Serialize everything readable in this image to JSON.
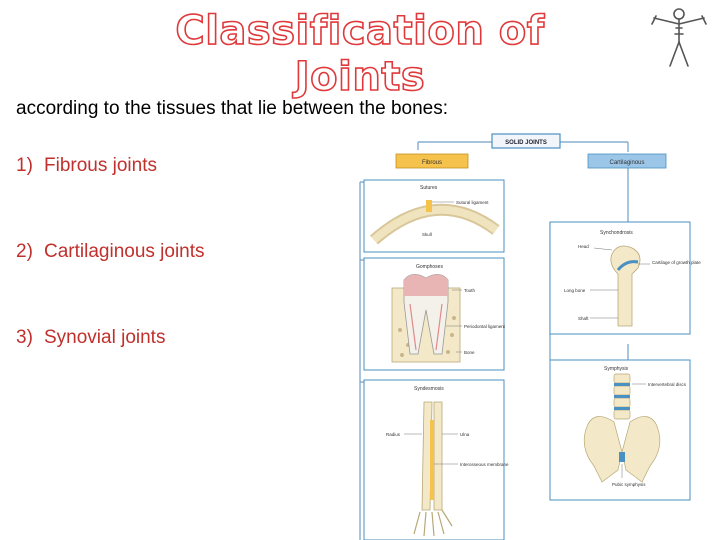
{
  "title": "Classification of Joints",
  "subtitle": "according to the tissues that lie between the bones:",
  "list": [
    {
      "num": "1)",
      "label": "Fibrous joints"
    },
    {
      "num": "2)",
      "label": "Cartilaginous joints"
    },
    {
      "num": "3)",
      "label": "Synovial joints"
    }
  ],
  "diagram": {
    "root": "SOLID JOINTS",
    "fibrous": "Fibrous",
    "cartilaginous": "Cartilaginous",
    "sutures": {
      "title": "Sutures",
      "labels": [
        "Sutural ligament",
        "Skull"
      ]
    },
    "gomphoses": {
      "title": "Gomphoses",
      "labels": [
        "Tooth",
        "Periodontal ligament",
        "Bone"
      ]
    },
    "syndesmosis": {
      "title": "Syndesmosis",
      "labels": [
        "Radius",
        "Ulna",
        "Interosseous membrane"
      ]
    },
    "synchondrosis": {
      "title": "Synchondrosis",
      "labels": [
        "Head",
        "Cartilage of growth plate",
        "Long bone",
        "Shaft"
      ]
    },
    "symphysis": {
      "title": "Symphysis",
      "labels": [
        "Intervertebral discs",
        "Pubic symphysis"
      ]
    }
  },
  "colors": {
    "title_outline": "#e0393b",
    "list_text": "#c0302c",
    "panel_border": "#4a90c2",
    "fibrous_box": "#f5c24c",
    "cartilage_box": "#9cc6e8"
  }
}
